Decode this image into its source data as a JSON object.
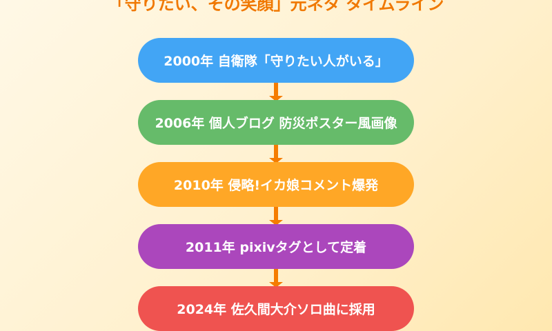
{
  "title": "「守りたい、その笑顔」元ネタ タイムライン",
  "nodes": [
    {
      "label": "2000年 自衛隊「守りたい人がいる」",
      "color": "#42a5f5"
    },
    {
      "label": "2006年 個人ブログ 防災ポスター風画像",
      "color": "#66bb6a"
    },
    {
      "label": "2010年 侵略!イカ娘コメント爆発",
      "color": "#ffa726"
    },
    {
      "label": "2011年 pixivタグとして定着",
      "color": "#ab47bc"
    },
    {
      "label": "2024年 佐久間大介ソロ曲に採用",
      "color": "#ef5350"
    }
  ],
  "arrow_color": "#f57c00"
}
